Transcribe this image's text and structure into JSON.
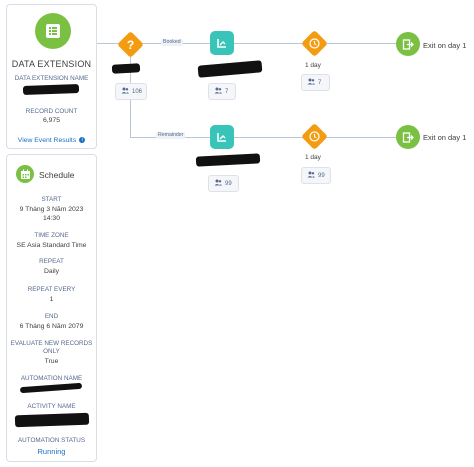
{
  "data_extension": {
    "title": "DATA EXTENSION",
    "name_label": "DATA EXTENSION NAME",
    "record_count_label": "RECORD COUNT",
    "record_count": "6,975",
    "view_results": "View Event Results",
    "info_icon": "i"
  },
  "schedule": {
    "title": "Schedule",
    "start_label": "START",
    "start_date": "9 Tháng 3 Năm 2023",
    "start_time": "14:30",
    "timezone_label": "TIME ZONE",
    "timezone": "SE Asia Standard Time",
    "repeat_label": "REPEAT",
    "repeat": "Daily",
    "repeat_every_label": "REPEAT EVERY",
    "repeat_every": "1",
    "end_label": "END",
    "end_date": "6 Tháng 6 Năm 2079",
    "evaluate_label_1": "EVALUATE NEW RECORDS",
    "evaluate_label_2": "ONLY",
    "evaluate": "True",
    "automation_name_label": "AUTOMATION NAME",
    "activity_name_label": "ACTIVITY NAME",
    "automation_status_label": "AUTOMATION STATUS",
    "automation_status": "Running"
  },
  "canvas": {
    "split_glyph": "?",
    "path_booked": "Booked",
    "path_remainder": "Remainder",
    "split_count": "106",
    "email1_count": "7",
    "wait1_label": "1 day",
    "wait1_count": "7",
    "exit1_label": "Exit on day 1",
    "email2_count": "99",
    "wait2_label": "1 day",
    "wait2_count": "99",
    "exit2_label": "Exit on day 1"
  },
  "colors": {
    "green": "#7ac143",
    "orange": "#f39c12",
    "teal": "#38c4b9",
    "link": "#1b72c3"
  }
}
